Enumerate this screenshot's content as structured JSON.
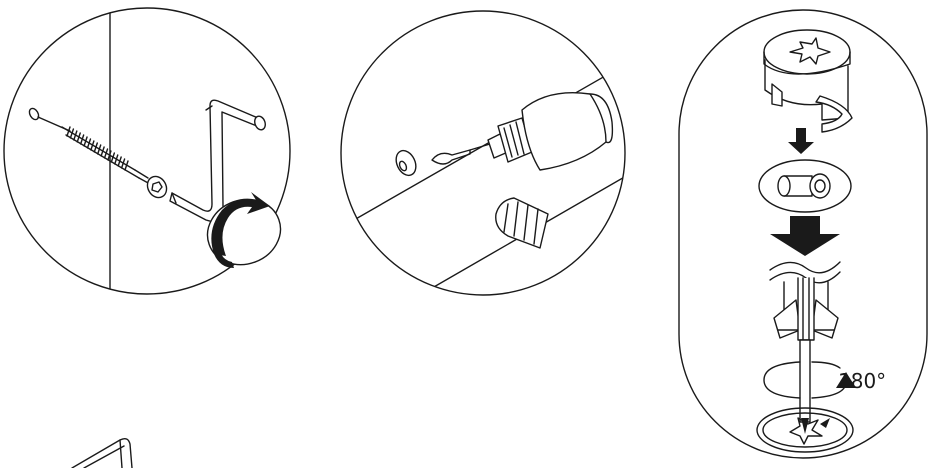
{
  "panels": [
    {
      "id": "step-wrench",
      "label": ""
    },
    {
      "id": "step-glue",
      "label": ""
    },
    {
      "id": "step-cam-lock",
      "label": ""
    }
  ],
  "rotation_label": "180°",
  "colors": {
    "line": "#1a1a1a",
    "background": "#ffffff"
  }
}
